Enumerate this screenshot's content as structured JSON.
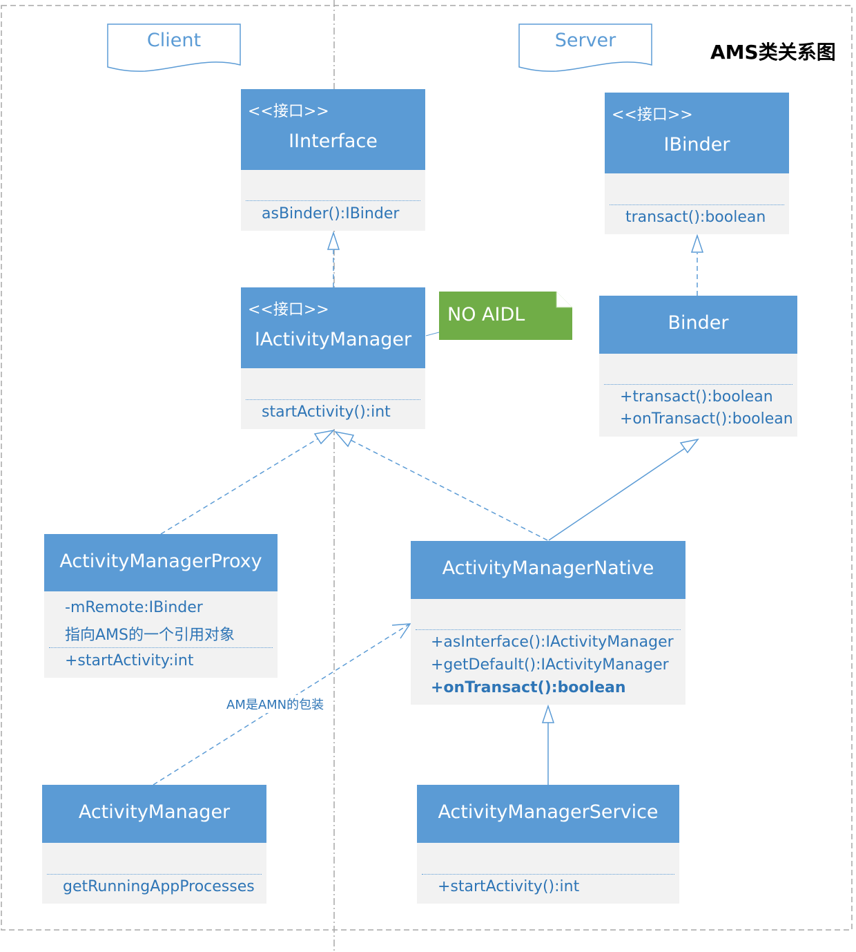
{
  "title": "AMS类关系图",
  "packages": {
    "client": "Client",
    "server": "Server"
  },
  "note": "NO AIDL",
  "edge_label": "AM是AMN的包装",
  "classes": {
    "iinterface": {
      "stereotype": "<<接口>>",
      "name": "IInterface",
      "members": [
        "asBinder():IBinder"
      ]
    },
    "ibinder": {
      "stereotype": "<<接口>>",
      "name": "IBinder",
      "members": [
        "transact():boolean"
      ]
    },
    "iactivitymanager": {
      "stereotype": "<<接口>>",
      "name": "IActivityManager",
      "members": [
        "startActivity():int"
      ]
    },
    "binder": {
      "name": "Binder",
      "members": [
        "+transact():boolean",
        "+onTransact():boolean"
      ]
    },
    "activitymanagerproxy": {
      "name": "ActivityManagerProxy",
      "fields": [
        "-mRemote:IBinder",
        "指向AMS的一个引用对象"
      ],
      "members": [
        "+startActivity:int"
      ]
    },
    "activitymanagernative": {
      "name": "ActivityManagerNative",
      "members": [
        "+asInterface():IActivityManager",
        "+getDefault():IActivityManager",
        "+onTransact():boolean"
      ]
    },
    "activitymanager": {
      "name": "ActivityManager",
      "members": [
        "getRunningAppProcesses"
      ]
    },
    "activitymanagerservice": {
      "name": "ActivityManagerService",
      "members": [
        "+startActivity():int"
      ]
    }
  },
  "colors": {
    "header": "#5b9bd5",
    "body": "#f2f2f2",
    "text": "#2e75b6",
    "note": "#70ad47",
    "frame": "#a6a6a6"
  }
}
